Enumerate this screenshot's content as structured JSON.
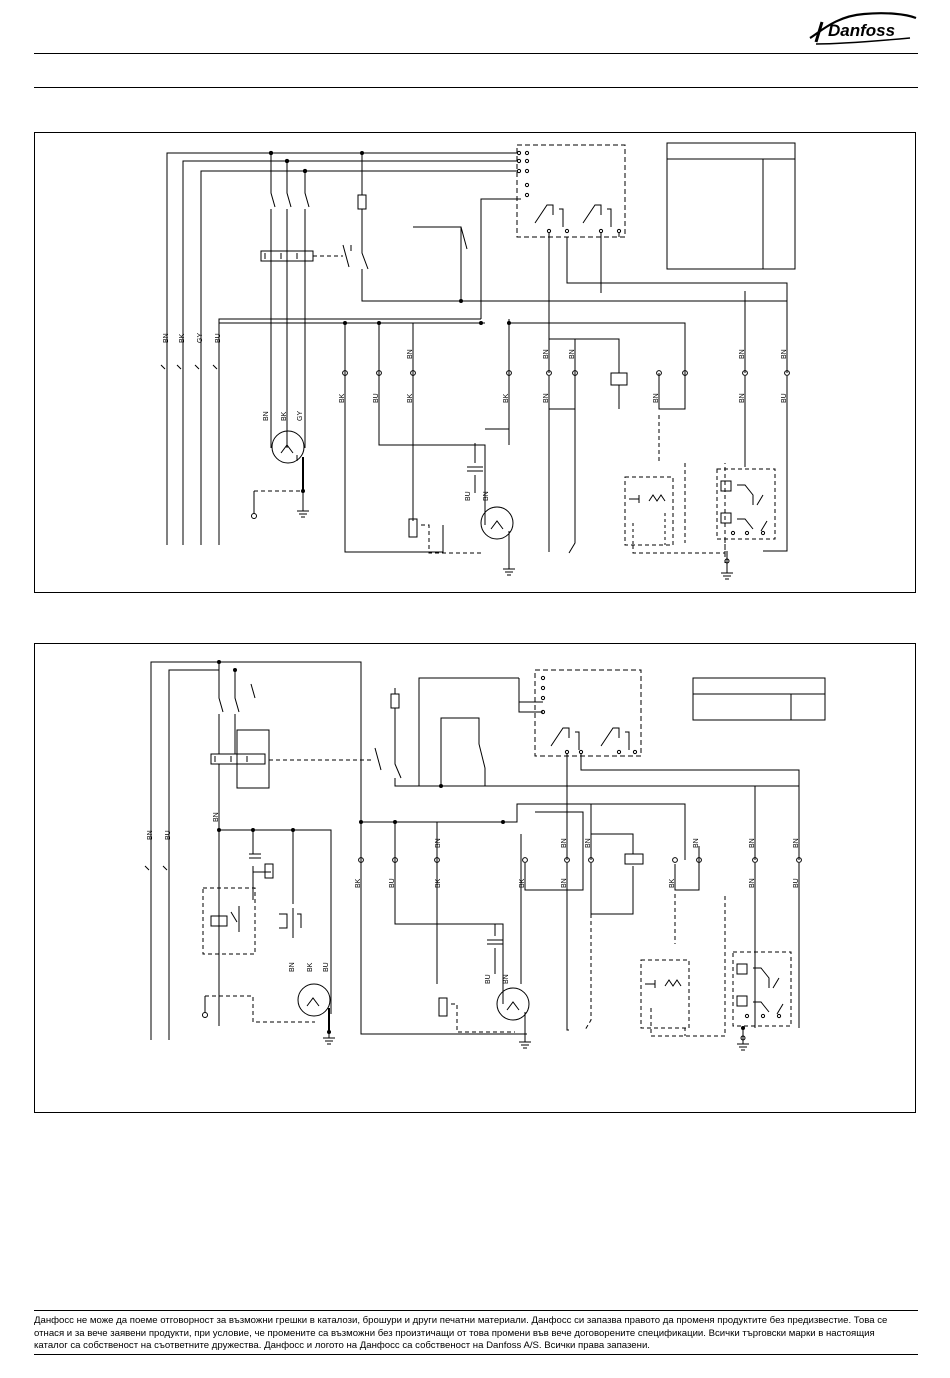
{
  "brand": {
    "logo_text": "Danfoss",
    "color": "#000000"
  },
  "diagram1": {
    "supply_labels": [
      "BN",
      "BK",
      "GY",
      "BU"
    ],
    "motor_labels": [
      "BN",
      "BK",
      "GY"
    ],
    "terminal_top_labels": [
      "BN",
      "BN",
      "BN",
      "BN",
      "BN"
    ],
    "terminal_bottom_labels": [
      "BK",
      "BU",
      "BK",
      "BK",
      "BN",
      "BN",
      "BN",
      "BU"
    ],
    "fan_labels": [
      "BU",
      "BN"
    ]
  },
  "diagram2": {
    "supply_labels": [
      "BN",
      "BU"
    ],
    "motor_top_label": "BN",
    "motor_labels": [
      "BN",
      "BK",
      "BU"
    ],
    "terminal_top_labels": [
      "BN",
      "BN",
      "BN",
      "BN",
      "BN",
      "BN"
    ],
    "terminal_bottom_labels": [
      "BK",
      "BU",
      "BK",
      "BK",
      "BN",
      "BK",
      "BN",
      "BU"
    ],
    "fan_labels": [
      "BU",
      "BN"
    ]
  },
  "footer": {
    "line1": "Данфосс не може да поеме отговорност за възможни грешки в каталози, брошури и други печатни материали. Данфосс си запазва правото да променя продуктите без предизвестие. Това се",
    "line2": "отнася и за вече заявени продукти, при условие, че промените са възможни без произтичащи от това промени във вече договорените спецификации. Всички търговски марки в настоящия",
    "line3": "каталог са собственост на съответните дружества. Данфосс и логото на Данфосс са собственост на Danfoss A/S. Всички права запазени."
  }
}
